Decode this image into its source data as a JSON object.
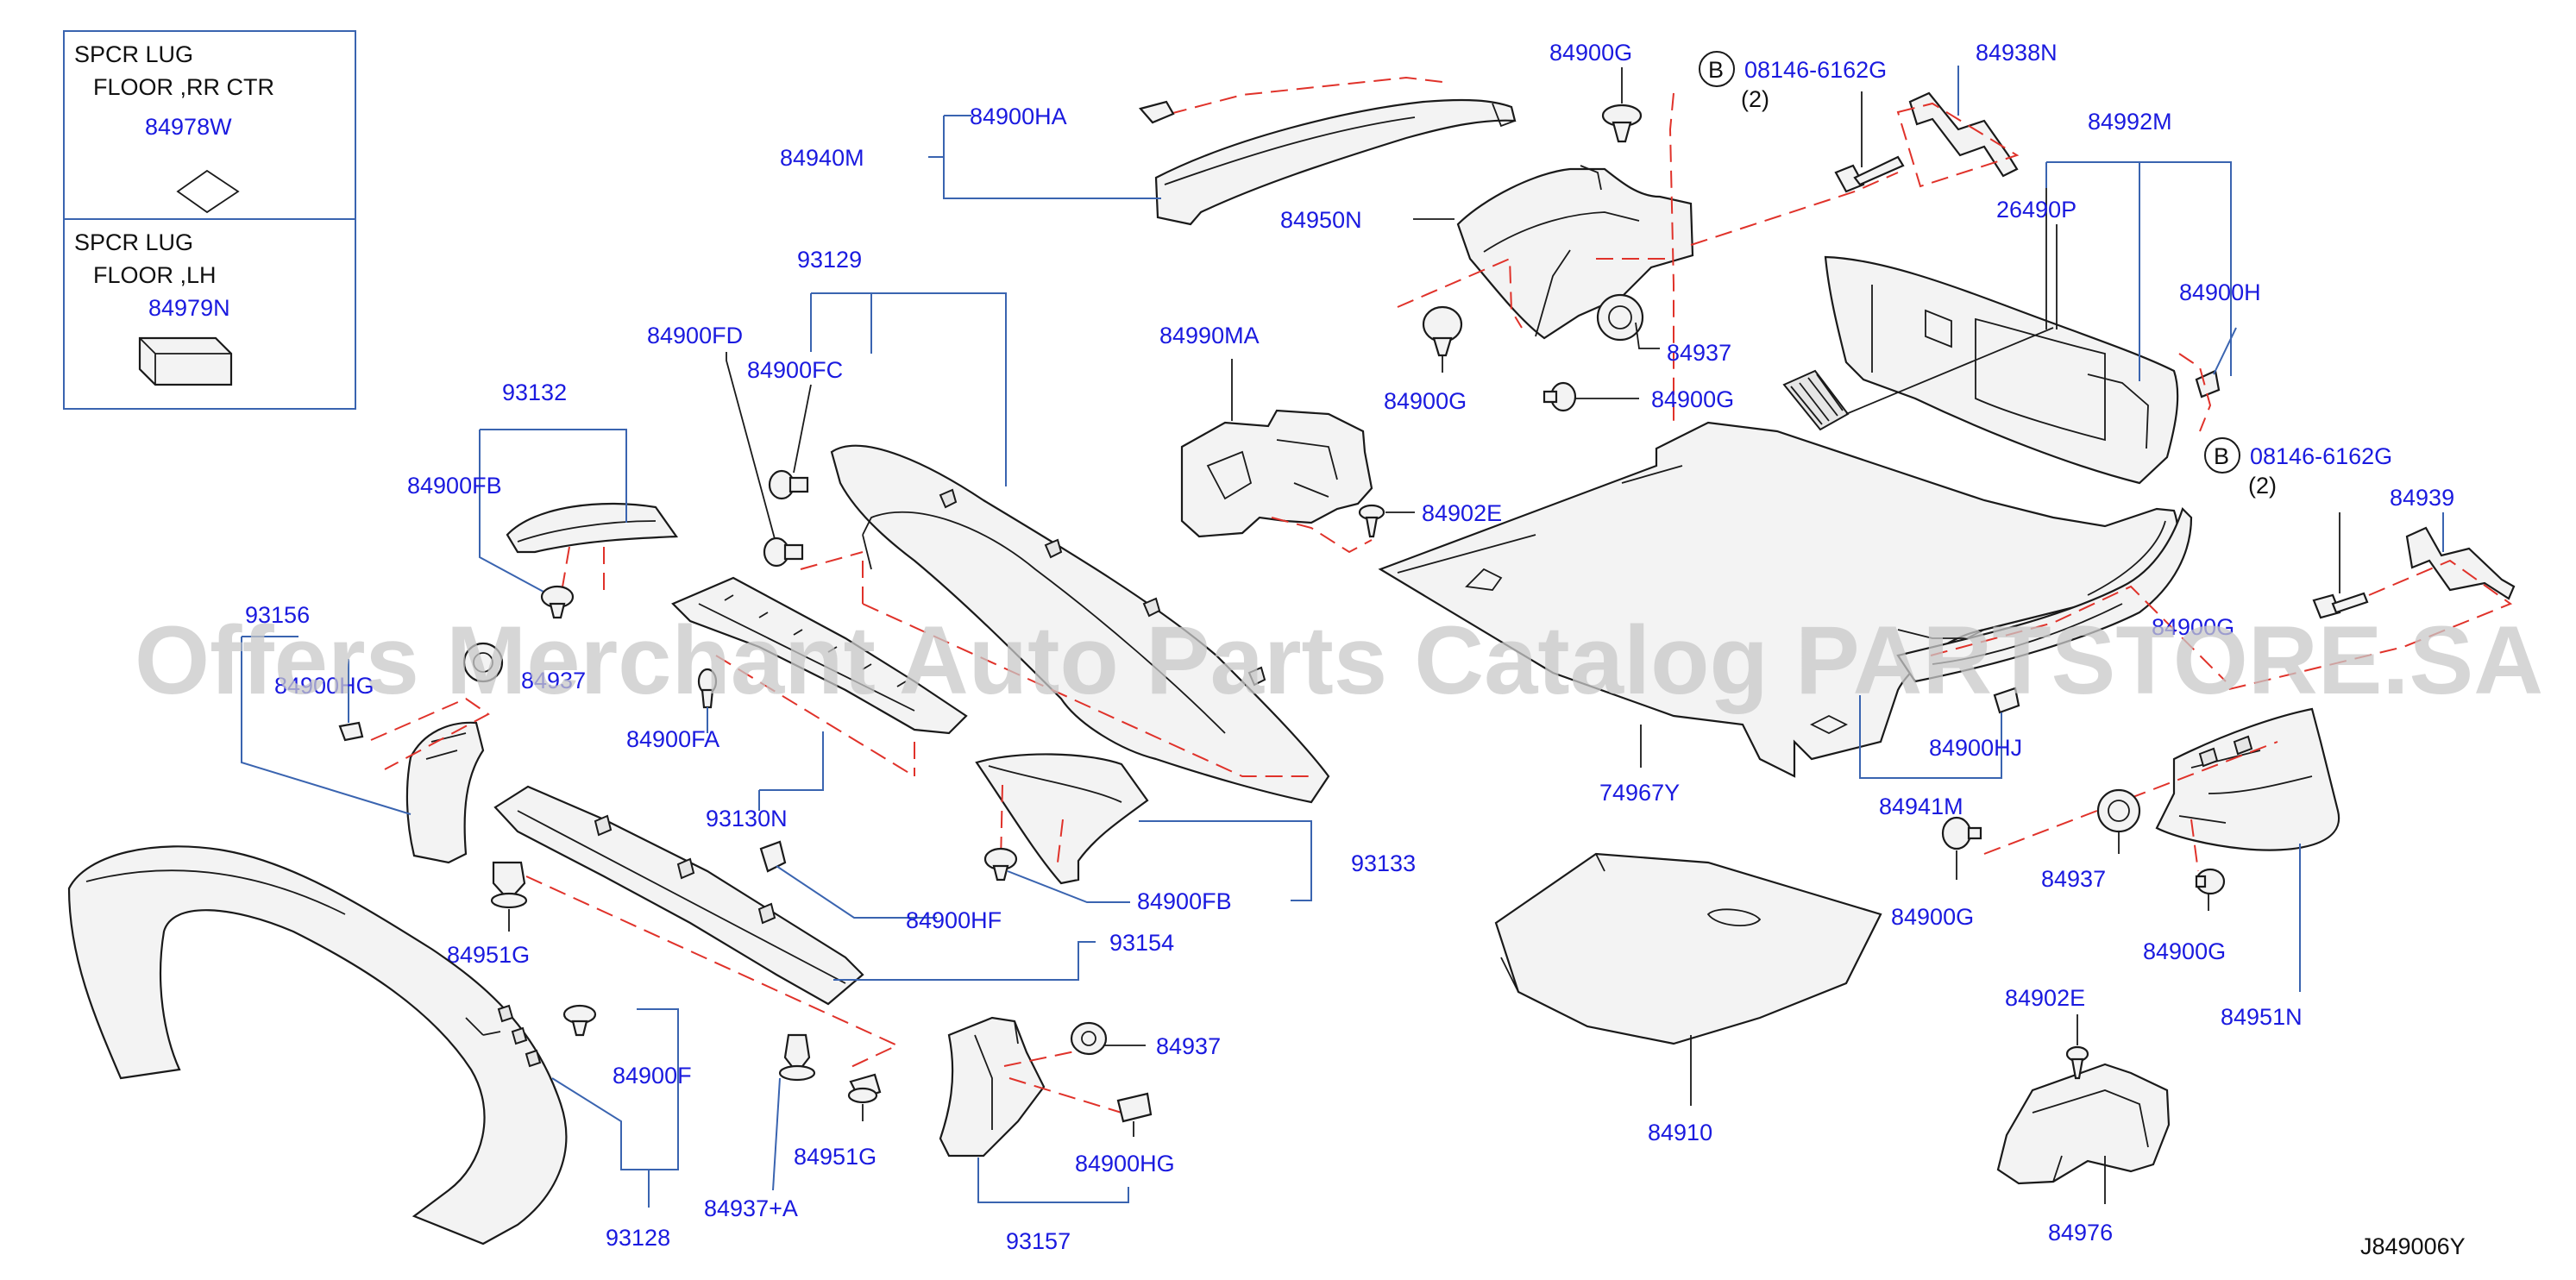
{
  "watermark": "Offers Merchant Auto Parts Catalog PARTSTORE.SA",
  "diagram_code": "J849006Y",
  "inset": {
    "box1": {
      "line1": "SPCR   LUG",
      "line2": "FLOOR   ,RR   CTR",
      "part": "84978W"
    },
    "box2": {
      "line1": "SPCR   LUG",
      "line2": "FLOOR   ,LH",
      "part": "84979N"
    }
  },
  "labels": {
    "p84900HA": "84900HA",
    "p84940M": "84940M",
    "p84900G_top": "84900G",
    "p08146_top": "08146-6162G",
    "qty_top": "(2)",
    "p84938N": "84938N",
    "p84992M": "84992M",
    "p26490P": "26490P",
    "p84900H": "84900H",
    "p84950N": "84950N",
    "p84937_top": "84937",
    "p84900G_left": "84900G",
    "p84900G_mid": "84900G",
    "p93129": "93129",
    "p84900FD": "84900FD",
    "p84900FC": "84900FC",
    "p84990MA": "84990MA",
    "p84902E_top": "84902E",
    "p93132": "93132",
    "p84900FB_left": "84900FB",
    "p93156": "93156",
    "p84900HG_left": "84900HG",
    "p84937_left": "84937",
    "p84900FA": "84900FA",
    "p93130N": "93130N",
    "p08146_right": "08146-6162G",
    "qty_right": "(2)",
    "p84939": "84939",
    "p84900G_hidden": "84900G",
    "p74967Y": "74967Y",
    "p84900HJ": "84900HJ",
    "p84941M": "84941M",
    "p84937_right": "84937",
    "p84900G_r1": "84900G",
    "p84900G_r2": "84900G",
    "p84951N": "84951N",
    "p93133": "93133",
    "p84900FB_right": "84900FB",
    "p84900HF": "84900HF",
    "p93154": "93154",
    "p84951G_left": "84951G",
    "p84900F": "84900F",
    "p93128": "93128",
    "p84937A": "84937+A",
    "p84951G_mid": "84951G",
    "p84937_bot": "84937",
    "p84900HG_bot": "84900HG",
    "p93157": "93157",
    "p84910": "84910",
    "p84902E_bot": "84902E",
    "p84976": "84976",
    "callout_b": "B"
  }
}
